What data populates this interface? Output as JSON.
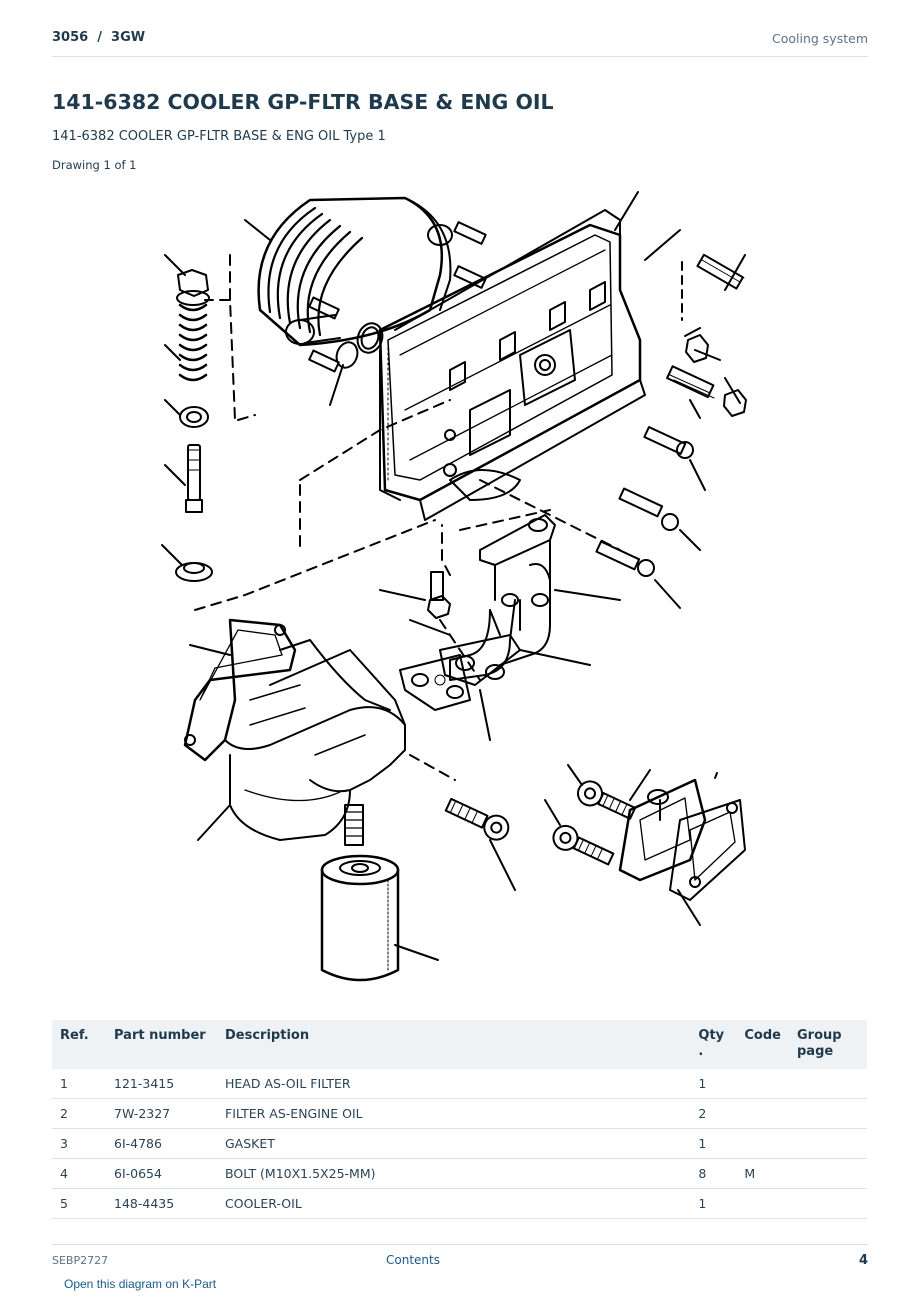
{
  "header": {
    "model": "3056  /  3GW",
    "section": "Cooling system"
  },
  "title": "141-6382 COOLER GP-FLTR BASE & ENG OIL",
  "subtitle": "141-6382 COOLER GP-FLTR BASE & ENG OIL Type 1",
  "drawing_count": "Drawing 1 of 1",
  "table": {
    "headers": {
      "ref": "Ref.",
      "part_number": "Part number",
      "description": "Description",
      "qty": "Qty\n.",
      "code": "Code",
      "group_page": "Group\npage"
    },
    "rows": [
      {
        "ref": "1",
        "part_number": "121-3415",
        "description": "HEAD AS-OIL FILTER",
        "qty": "1",
        "code": "",
        "group_page": ""
      },
      {
        "ref": "2",
        "part_number": "7W-2327",
        "description": "FILTER AS-ENGINE OIL",
        "qty": "2",
        "code": "",
        "group_page": ""
      },
      {
        "ref": "3",
        "part_number": "6I-4786",
        "description": "GASKET",
        "qty": "1",
        "code": "",
        "group_page": ""
      },
      {
        "ref": "4",
        "part_number": "6I-0654",
        "description": "BOLT (M10X1.5X25-MM)",
        "qty": "8",
        "code": "M",
        "group_page": ""
      },
      {
        "ref": "5",
        "part_number": "148-4435",
        "description": "COOLER-OIL",
        "qty": "1",
        "code": "",
        "group_page": ""
      }
    ]
  },
  "footer": {
    "doc_code": "SEBP2727",
    "contents_link": "Contents",
    "page_number": "4"
  },
  "kpart_link": "Open this diagram on K-Part"
}
